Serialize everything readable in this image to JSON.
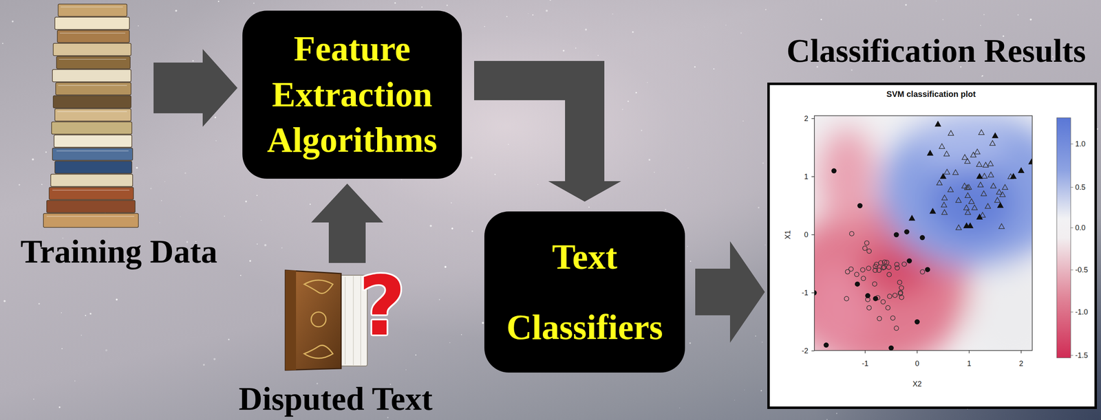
{
  "diagram": {
    "nodes": [
      {
        "text": [
          "Training Data"
        ]
      },
      {
        "text": [
          "Feature Extraction Algorithms"
        ]
      },
      {
        "text": [
          "Disputed Text"
        ]
      },
      {
        "text": [
          "Text Classifiers"
        ]
      },
      {
        "text": [
          "Classification Results",
          "SVM classification plot"
        ]
      }
    ],
    "edges": [
      {
        "from": 0,
        "to": 1,
        "arrow": "to"
      },
      {
        "from": 2,
        "to": 1,
        "arrow": "to"
      },
      {
        "from": 1,
        "to": 3,
        "arrow": "to"
      },
      {
        "from": 3,
        "to": 4,
        "arrow": "to"
      }
    ],
    "labels": [
      "?",
      "2",
      "1",
      "0",
      "-1",
      "-2",
      "X1",
      "-1",
      "0",
      "1",
      "2",
      "X2",
      "1.0",
      "0.5",
      "0.0",
      "-0.5",
      "-1.0",
      "-1.5"
    ]
  }
}
